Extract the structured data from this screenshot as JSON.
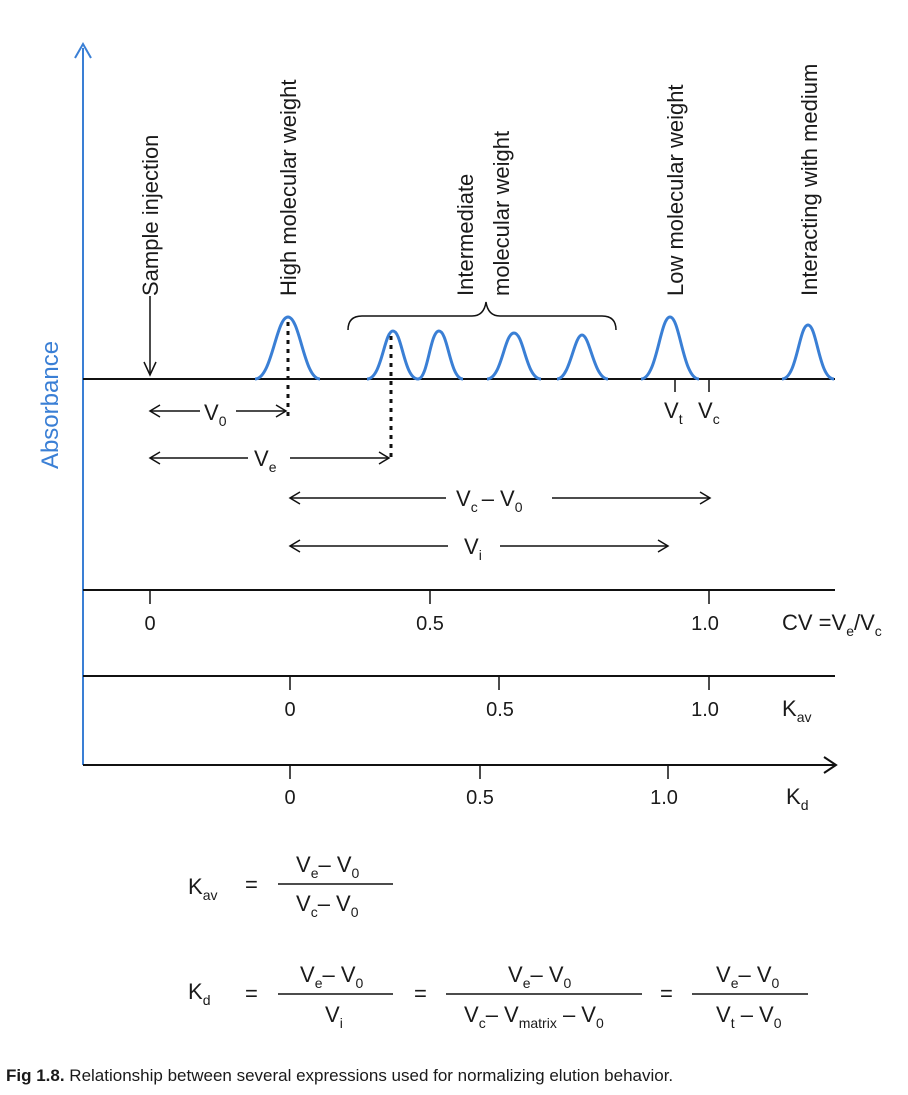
{
  "y_axis_label": "Absorbance",
  "peak_labels": {
    "sample_injection": "Sample injection",
    "high_mw": "High molecular weight",
    "intermediate_line1": "Intermediate",
    "intermediate_line2": "molecular weight",
    "low_mw": "Low molecular weight",
    "interacting": "Interacting with medium"
  },
  "volume_markers": {
    "vt": {
      "main": "V",
      "sub": "t"
    },
    "vc": {
      "main": "V",
      "sub": "c"
    }
  },
  "spans": {
    "v0": {
      "main": "V",
      "sub": "0"
    },
    "ve": {
      "main": "V",
      "sub": "e"
    },
    "vc_minus_v0": {
      "a": "V",
      "a_sub": "c",
      "op": "– V",
      "b_sub": "0"
    },
    "vi": {
      "main": "V",
      "sub": "i"
    }
  },
  "scales": {
    "cv": {
      "ticks": [
        "0",
        "0.5",
        "1.0"
      ],
      "label": "CV =V",
      "label_sub": "e",
      "label_tail": "/V",
      "label_tail_sub": "c"
    },
    "kav": {
      "ticks": [
        "0",
        "0.5",
        "1.0"
      ],
      "label": "K",
      "label_sub": "av"
    },
    "kd": {
      "ticks": [
        "0",
        "0.5",
        "1.0"
      ],
      "label": "K",
      "label_sub": "d"
    }
  },
  "formulas": {
    "kav": {
      "lhs": "K",
      "lhs_sub": "av",
      "eq": "=",
      "num": [
        "V",
        "e",
        "– V",
        "0"
      ],
      "den": [
        "V",
        "c",
        "– V",
        "0"
      ]
    },
    "kd": {
      "lhs": "K",
      "lhs_sub": "d",
      "eq": "=",
      "f1_num": [
        "V",
        "e",
        "– V",
        "0"
      ],
      "f1_den": [
        "V",
        "i"
      ],
      "f2_num": [
        "V",
        "e",
        "– V",
        "0"
      ],
      "f2_den": [
        "V",
        "c",
        "– V",
        "matrix",
        " – V",
        "0"
      ],
      "f3_num": [
        "V",
        "e",
        "– V",
        "0"
      ],
      "f3_den": [
        "V",
        "t",
        " – V",
        "0"
      ]
    }
  },
  "caption": {
    "bold": "Fig 1.8.",
    "text": " Relationship between several expressions used for normalizing elution behavior."
  },
  "colors": {
    "accent": "#3a7fd5",
    "ink": "#1a1a1a"
  }
}
